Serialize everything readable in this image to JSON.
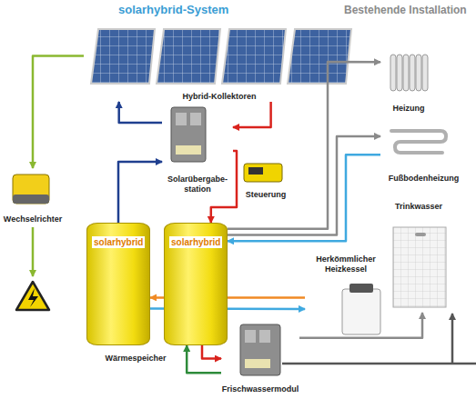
{
  "diagram": {
    "title": "solarhybrid-System",
    "nodes": [
      {
        "text": [
          "Hybrid-Kollektoren"
        ]
      },
      {
        "text": [
          "Wechselrichter"
        ]
      },
      {
        "text": [
          "Solarübergabe- station"
        ]
      },
      {
        "text": [
          "Steuerung"
        ]
      },
      {
        "text": [
          "Wärmespeicher"
        ]
      },
      {
        "text": [
          "solarhybrid"
        ],
        "in": 4
      },
      {
        "text": [
          "solarhybrid"
        ],
        "in": 4
      },
      {
        "text": [
          "Heizung"
        ]
      },
      {
        "text": [
          "Fußbodenheizung"
        ]
      },
      {
        "text": [
          "Trinkwasser"
        ]
      },
      {
        "text": [
          "Herkömmlicher Heizkessel"
        ]
      },
      {
        "text": [
          "Frischwassermodul"
        ]
      }
    ],
    "edges": [
      {
        "from": 0,
        "to": 1,
        "arrow": "to"
      },
      {
        "from": 2,
        "to": 0,
        "arrow": "to"
      },
      {
        "from": 0,
        "to": 2,
        "arrow": "to"
      },
      {
        "from": 2,
        "to": 6,
        "arrow": "to"
      },
      {
        "from": 5,
        "to": 2,
        "arrow": "to"
      },
      {
        "from": 6,
        "to": 7,
        "arrow": "to"
      },
      {
        "from": 6,
        "to": 8,
        "arrow": "to"
      },
      {
        "from": 8,
        "to": 6,
        "arrow": "to"
      },
      {
        "from": 10,
        "to": 5,
        "arrow": "to"
      },
      {
        "from": 5,
        "to": 10,
        "arrow": "to"
      },
      {
        "from": 6,
        "to": 11,
        "arrow": "to"
      },
      {
        "from": 11,
        "to": 6,
        "arrow": "to"
      },
      {
        "from": 11,
        "to": 9,
        "arrow": "to"
      }
    ],
    "labels": [
      "Bestehende Installation"
    ]
  }
}
